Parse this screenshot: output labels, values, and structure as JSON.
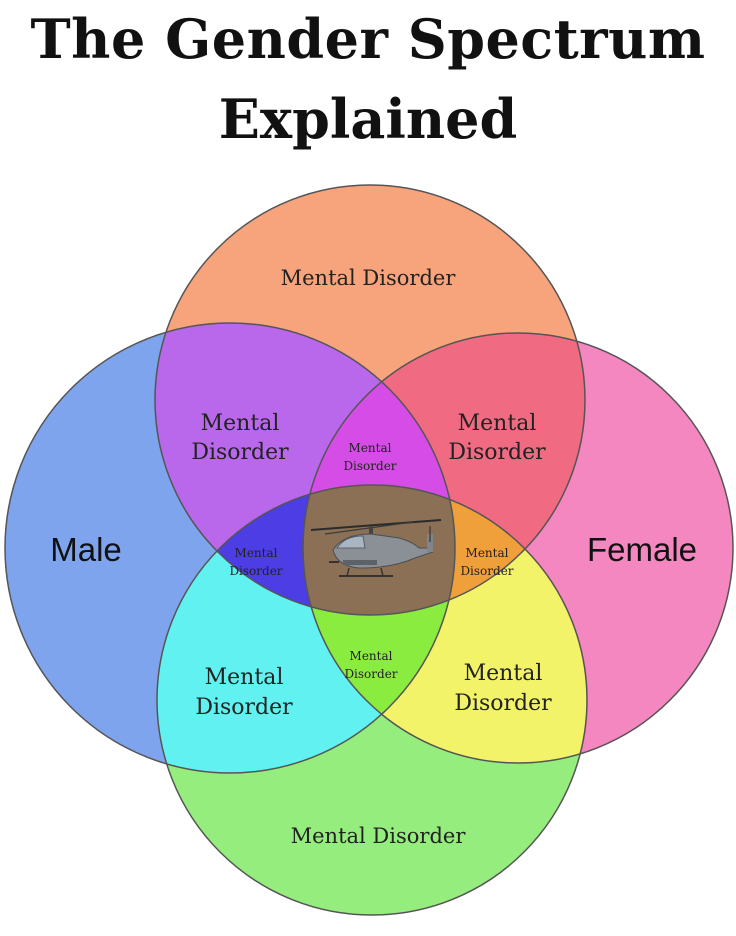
{
  "title_lines": [
    "The Gender Spectrum",
    "Explained"
  ],
  "regions": {
    "top": "Mental Disorder",
    "bottom": "Mental Disorder",
    "left": "Male",
    "right": "Female",
    "top_left": [
      "Mental",
      "Disorder"
    ],
    "top_right": [
      "Mental",
      "Disorder"
    ],
    "bottom_left": [
      "Mental",
      "Disorder"
    ],
    "bottom_right": [
      "Mental",
      "Disorder"
    ],
    "inner_top": [
      "Mental",
      "Disorder"
    ],
    "inner_left": [
      "Mental",
      "Disorder"
    ],
    "inner_right": [
      "Mental",
      "Disorder"
    ],
    "inner_bottom": [
      "Mental",
      "Disorder"
    ]
  },
  "center_image": "attack-helicopter-icon",
  "colors": {
    "top": "#f7a47d",
    "left": "#7fa4ee",
    "right": "#f486c0",
    "bottom": "#95ed7d",
    "top_left": "#b968ec",
    "top_right": "#f06a82",
    "bottom_left": "#62f1f1",
    "bottom_right": "#f3f36a",
    "inner_top": "#d64ce6",
    "inner_left": "#4c3de4",
    "inner_right": "#f0a03a",
    "inner_bottom": "#8bec40",
    "center": "#8b7055"
  }
}
